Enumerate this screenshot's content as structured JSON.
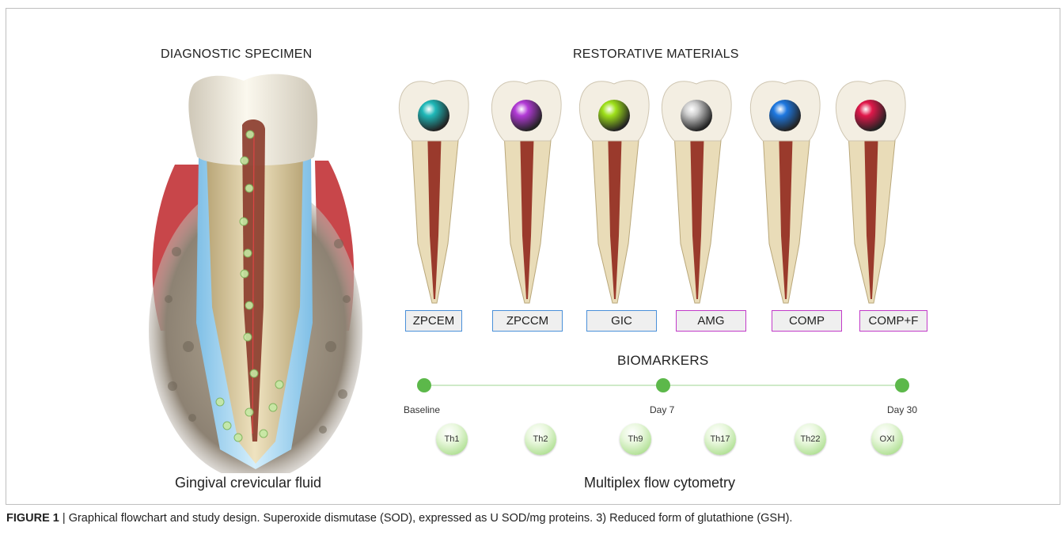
{
  "headings": {
    "diagnostic": "DIAGNOSTIC SPECIMEN",
    "restorative": "RESTORATIVE MATERIALS",
    "biomarkers": "BIOMARKERS"
  },
  "subtitles": {
    "specimen": "Gingival crevicular fluid",
    "method": "Multiplex flow cytometry"
  },
  "materials": [
    {
      "label": "ZPCEM",
      "border": "#4a90d9",
      "filling": "#1fb8b8"
    },
    {
      "label": "ZPCCM",
      "border": "#4a90d9",
      "filling": "#b23ad6"
    },
    {
      "label": "GIC",
      "border": "#4a90d9",
      "filling": "#9ee01a"
    },
    {
      "label": "AMG",
      "border": "#c23bc9",
      "filling": "#cfcfcf"
    },
    {
      "label": "COMP",
      "border": "#c23bc9",
      "filling": "#1e78e0"
    },
    {
      "label": "COMP+F",
      "border": "#c23bc9",
      "filling": "#e0184a"
    }
  ],
  "timepoints": [
    "Baseline",
    "Day 7",
    "Day 30"
  ],
  "biomarkers": [
    "Th1",
    "Th2",
    "Th9",
    "Th17",
    "Th22",
    "OXI"
  ],
  "caption": {
    "label": "FIGURE 1",
    "separator": " | ",
    "text": "Graphical flowchart and study design. Superoxide dismutase (SOD), expressed as U SOD/mg proteins. 3) Reduced form of glutathione (GSH)."
  },
  "colors": {
    "timeline": "#5cb84a",
    "gum": "#c8464a",
    "fluid": "#a9d8f0",
    "pulp": "#8a3a2a"
  }
}
